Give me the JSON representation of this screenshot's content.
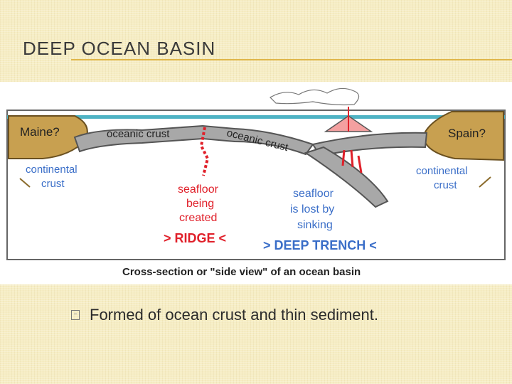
{
  "slide": {
    "title": "DEEP OCEAN BASIN",
    "bullet_text": "Formed of ocean crust and thin sediment."
  },
  "diagram": {
    "labels": {
      "left_continent": "Maine?",
      "right_continent": "Spain?",
      "oceanic_crust_left": "oceanic crust",
      "oceanic_crust_right": "oceanic crust",
      "continental_crust_left_1": "continental",
      "continental_crust_left_2": "crust",
      "continental_crust_right_1": "continental",
      "continental_crust_right_2": "crust",
      "seafloor_created_1": "seafloor",
      "seafloor_created_2": "being",
      "seafloor_created_3": "created",
      "ridge": "> RIDGE <",
      "seafloor_lost_1": "seafloor",
      "seafloor_lost_2": "is lost by",
      "seafloor_lost_3": "sinking",
      "trench": "> DEEP TRENCH <",
      "caption": "Cross-section or \"side view\" of an ocean basin"
    },
    "colors": {
      "ocean": "#4fb3c4",
      "continent": "#c8a050",
      "crust": "#a8a8a8",
      "label_red": "#e0202a",
      "label_blue": "#3a6ec8",
      "volcano": "#f4a0a0",
      "frame": "#666666"
    }
  }
}
